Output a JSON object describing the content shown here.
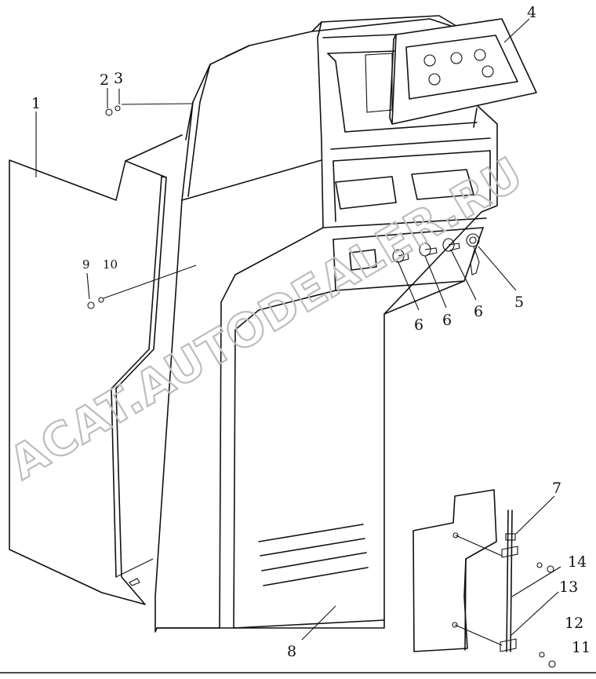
{
  "diagram": {
    "watermark": "ACAT.AUTODEALER.RU",
    "callouts": {
      "c1": "1",
      "c2": "2",
      "c3": "3",
      "c4": "4",
      "c5": "5",
      "c6a": "6",
      "c6b": "6",
      "c6c": "6",
      "c7": "7",
      "c8": "8",
      "c9": "9",
      "c10": "10",
      "c11": "11",
      "c12": "12",
      "c13": "13",
      "c14": "14"
    }
  }
}
